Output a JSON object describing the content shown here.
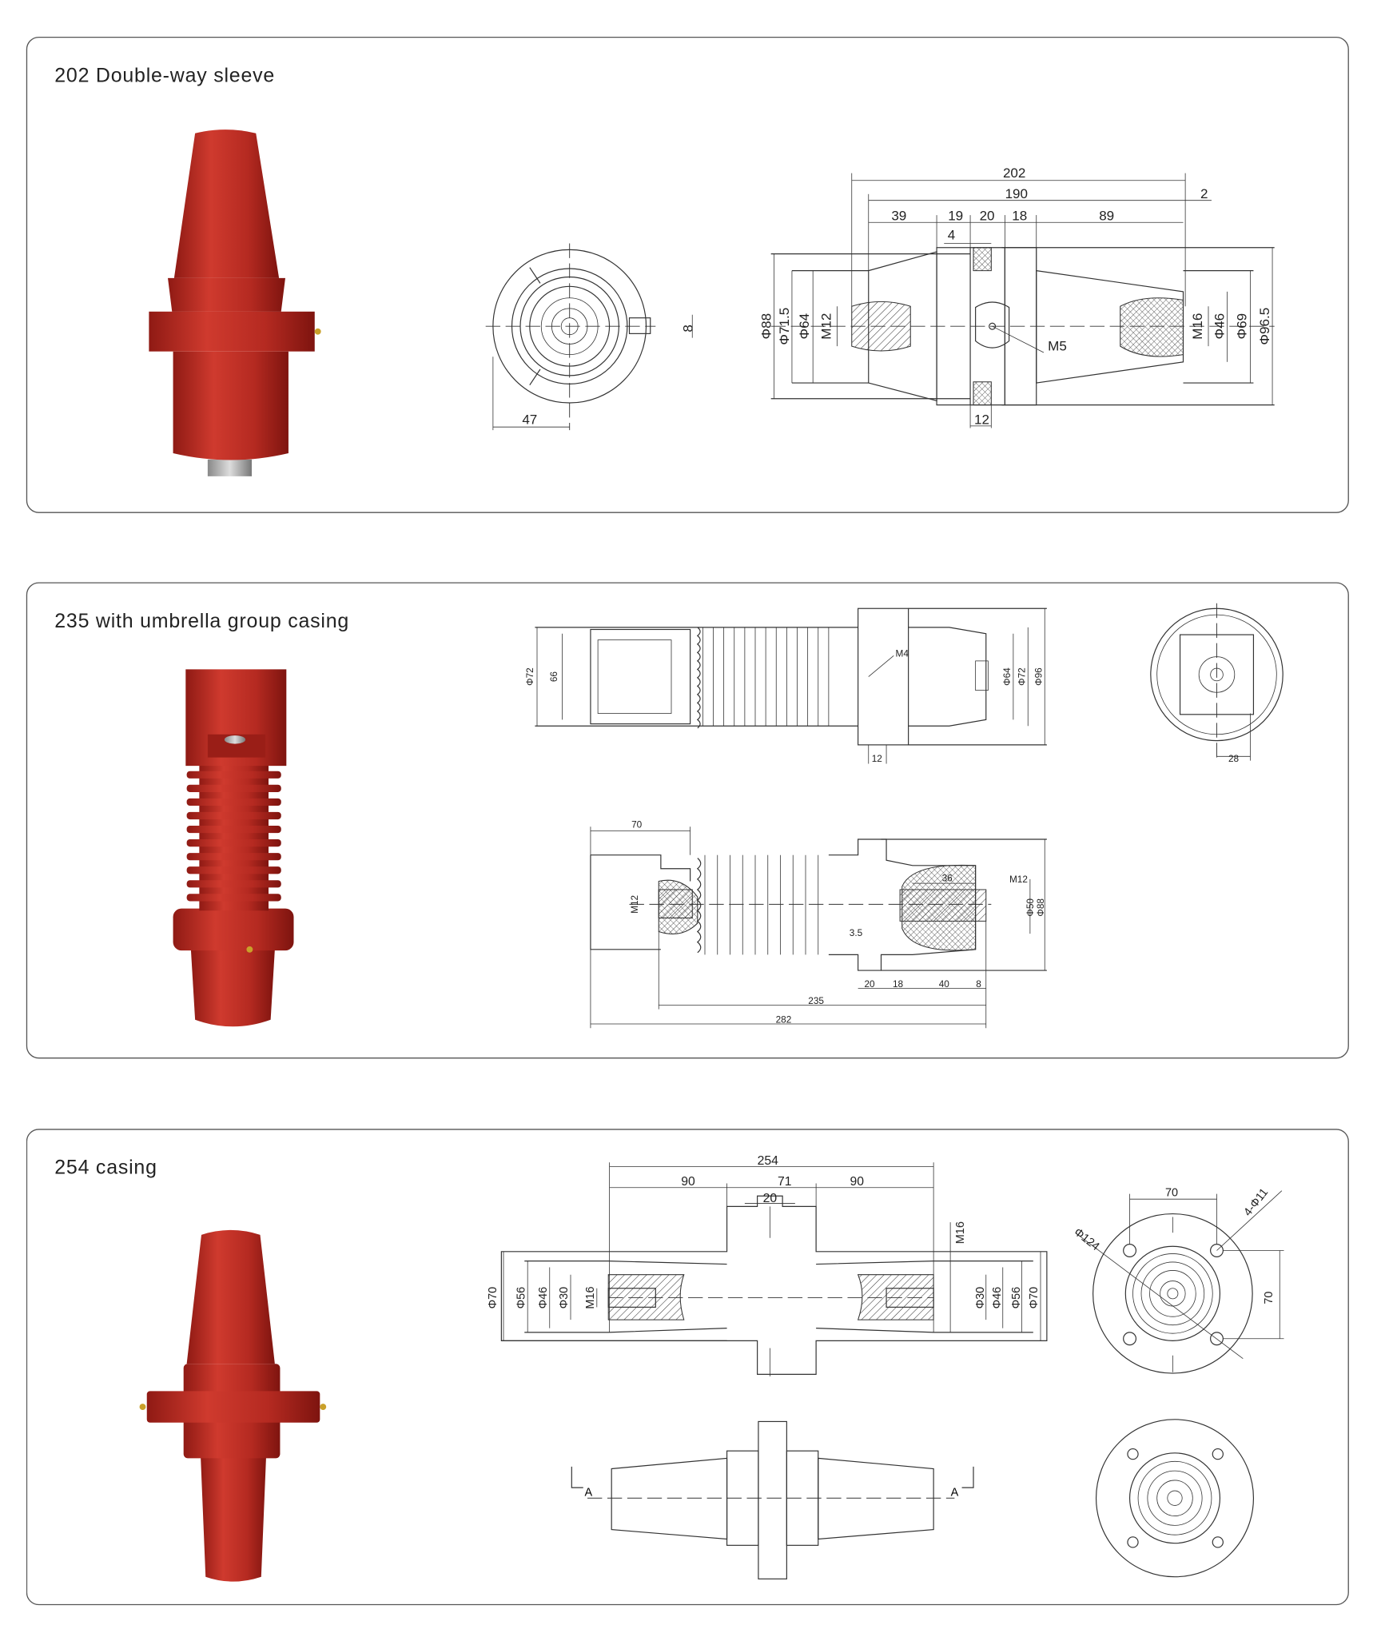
{
  "colors": {
    "product_red": "#b92a22",
    "border": "#555555"
  },
  "panels": [
    {
      "title": "202 Double-way sleeve",
      "dims": {
        "overall": "202",
        "body": "190",
        "gap": "2",
        "d39": "39",
        "d19": "19",
        "d20": "20",
        "d18": "18",
        "d89": "89",
        "d4": "4",
        "phi88": "Φ88",
        "phi71_5": "Φ71.5",
        "phi64": "Φ64",
        "m12": "M12",
        "m16": "M16",
        "phi46": "Φ46",
        "phi69": "Φ69",
        "phi96_5": "Φ96.5",
        "m5": "M5",
        "d12": "12",
        "d8": "8",
        "d47": "47"
      }
    },
    {
      "title": "235 with umbrella group casing",
      "dims": {
        "phi72_left": "Φ72",
        "d66": "66",
        "m4": "M4",
        "phi64": "Φ64",
        "phi72_right": "Φ72",
        "phi96": "Φ96",
        "d12": "12",
        "d28": "28",
        "d70": "70",
        "m12_left": "M12",
        "d36": "36",
        "m12_right": "M12",
        "phi50": "Φ50",
        "phi88": "Φ88",
        "d3_5": "3.5",
        "d20": "20",
        "d18": "18",
        "d40": "40",
        "d8": "8",
        "d235": "235",
        "d282": "282"
      }
    },
    {
      "title": "254 casing",
      "dims": {
        "overall": "254",
        "d90_left": "90",
        "d71": "71",
        "d90_right": "90",
        "d20": "20",
        "m16_top": "M16",
        "phi70_l": "Φ70",
        "phi56_l": "Φ56",
        "phi46_l": "Φ46",
        "phi30_l": "Φ30",
        "m16_l": "M16",
        "phi30_r": "Φ30",
        "phi46_r": "Φ46",
        "phi56_r": "Φ56",
        "phi70_r": "Φ70",
        "flange_70_h": "70",
        "holes": "4-Φ11",
        "phi124": "Φ124",
        "flange_70_v": "70",
        "section_a_left": "A",
        "section_a_right": "A"
      }
    }
  ]
}
